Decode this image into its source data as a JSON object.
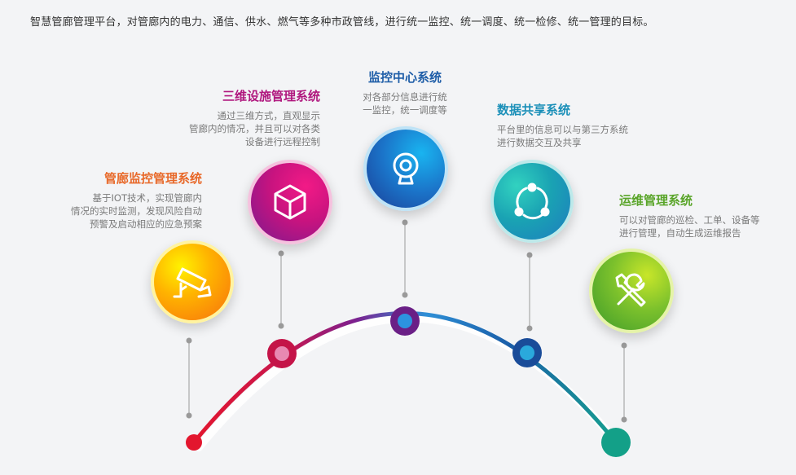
{
  "intro": "智慧管廊管理平台，对管廊内的电力、通信、供水、燃气等多种市政管线，进行统一监控、统一调度、统一检修、统一管理的目标。",
  "items": [
    {
      "title": "管廊监控管理系统",
      "desc": "基于IOT技术，实现管廊内\n情况的实时监测，发现风险自动\n预警及启动相应的应急预案",
      "color": "#e8692a",
      "icon": "cctv-camera-icon"
    },
    {
      "title": "三维设施管理系统",
      "desc": "通过三维方式，直观显示\n管廊内的情况，并且可以对各类\n设备进行远程控制",
      "color": "#b0177e",
      "icon": "cube-icon"
    },
    {
      "title": "监控中心系统",
      "desc": "对各部分信息进行统\n一监控，统一调度等",
      "color": "#1f5ea8",
      "icon": "webcam-icon"
    },
    {
      "title": "数据共享系统",
      "desc": "平台里的信息可以与第三方系统\n进行数据交互及共享",
      "color": "#1a8fb8",
      "icon": "share-cycle-icon"
    },
    {
      "title": "运维管理系统",
      "desc": "可以对管廊的巡检、工单、设备等\n进行管理，自动生成运维报告",
      "color": "#5aa52a",
      "icon": "tools-icon"
    }
  ]
}
